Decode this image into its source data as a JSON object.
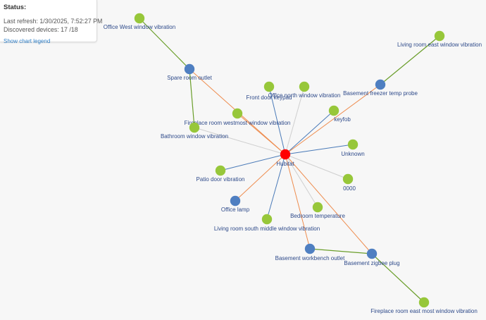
{
  "status": {
    "title": "Status:",
    "last_refresh": "Last refresh: 1/30/2025, 7:52:27 PM",
    "discovered": "Discovered devices: 17 /18",
    "legend_link": "Show chart legend"
  },
  "colors": {
    "hub": "#ff0000",
    "router_node": "#4f7fc1",
    "end_device_node": "#97c73a",
    "edge_blue": "#4a7ab8",
    "edge_orange": "#ee8c4e",
    "edge_gray": "#cfcfcf",
    "edge_green": "#6a9e2a",
    "label": "#2e4a8a"
  },
  "nodes": [
    {
      "id": "hub",
      "label": "Hubitat",
      "kind": "hub"
    },
    {
      "id": "office-west",
      "label": "Office West window vibration",
      "kind": "end-device"
    },
    {
      "id": "spare-outlet",
      "label": "Spare room outlet",
      "kind": "router"
    },
    {
      "id": "living-east",
      "label": "Living room east window vibration",
      "kind": "end-device"
    },
    {
      "id": "freezer-probe",
      "label": "Basement freezer temp probe",
      "kind": "router"
    },
    {
      "id": "front-door-keypad",
      "label": "Front door keypad",
      "kind": "end-device"
    },
    {
      "id": "office-north",
      "label": "Office north window vibration",
      "kind": "end-device"
    },
    {
      "id": "keyfob",
      "label": "keyfob",
      "kind": "end-device"
    },
    {
      "id": "fireplace-westmost",
      "label": "Fireplace room westmost window vibration",
      "kind": "end-device"
    },
    {
      "id": "bathroom-window",
      "label": "Bathroom window vibration",
      "kind": "end-device"
    },
    {
      "id": "unknown",
      "label": "Unknown",
      "kind": "end-device"
    },
    {
      "id": "patio-door",
      "label": "Patio door vibration",
      "kind": "end-device"
    },
    {
      "id": "node-0000",
      "label": "0000",
      "kind": "end-device"
    },
    {
      "id": "office-lamp",
      "label": "Office lamp",
      "kind": "router"
    },
    {
      "id": "bedroom-temp",
      "label": "Bedroom temperature",
      "kind": "end-device"
    },
    {
      "id": "living-south-middle",
      "label": "Living room south middle window vibration",
      "kind": "end-device"
    },
    {
      "id": "workbench-outlet",
      "label": "Basement workbench outlet",
      "kind": "router"
    },
    {
      "id": "zigbee-plug",
      "label": "Basement zigbee plug",
      "kind": "router"
    },
    {
      "id": "fireplace-east",
      "label": "Fireplace room east most window vibration",
      "kind": "end-device"
    }
  ],
  "edges": [
    {
      "from": "hub",
      "to": "spare-outlet",
      "color": "orange"
    },
    {
      "from": "hub",
      "to": "fireplace-westmost",
      "color": "orange"
    },
    {
      "from": "hub",
      "to": "bathroom-window",
      "color": "gray"
    },
    {
      "from": "hub",
      "to": "front-door-keypad",
      "color": "blue"
    },
    {
      "from": "hub",
      "to": "office-north",
      "color": "gray"
    },
    {
      "from": "hub",
      "to": "keyfob",
      "color": "blue"
    },
    {
      "from": "hub",
      "to": "freezer-probe",
      "color": "orange"
    },
    {
      "from": "hub",
      "to": "unknown",
      "color": "blue"
    },
    {
      "from": "hub",
      "to": "node-0000",
      "color": "gray"
    },
    {
      "from": "hub",
      "to": "patio-door",
      "color": "blue"
    },
    {
      "from": "hub",
      "to": "office-lamp",
      "color": "orange"
    },
    {
      "from": "hub",
      "to": "living-south-middle",
      "color": "blue"
    },
    {
      "from": "hub",
      "to": "bedroom-temp",
      "color": "gray"
    },
    {
      "from": "hub",
      "to": "workbench-outlet",
      "color": "orange"
    },
    {
      "from": "hub",
      "to": "zigbee-plug",
      "color": "orange"
    },
    {
      "from": "spare-outlet",
      "to": "office-west",
      "color": "green"
    },
    {
      "from": "spare-outlet",
      "to": "bathroom-window",
      "color": "green"
    },
    {
      "from": "freezer-probe",
      "to": "living-east",
      "color": "green"
    },
    {
      "from": "workbench-outlet",
      "to": "zigbee-plug",
      "color": "green"
    },
    {
      "from": "zigbee-plug",
      "to": "fireplace-east",
      "color": "green"
    }
  ]
}
